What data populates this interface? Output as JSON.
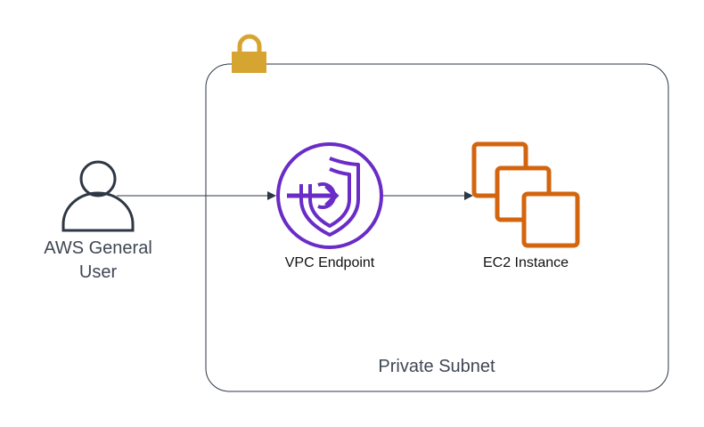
{
  "nodes": {
    "user": {
      "label_line1": "AWS General",
      "label_line2": "User",
      "icon": "user-icon"
    },
    "vpc_endpoint": {
      "label": "VPC Endpoint",
      "icon": "vpc-endpoint-icon"
    },
    "ec2_instance": {
      "label": "EC2 Instance",
      "icon": "ec2-instance-icon"
    }
  },
  "group": {
    "label": "Private Subnet",
    "icon": "lock-icon"
  },
  "edges": [
    {
      "from": "user",
      "to": "vpc_endpoint"
    },
    {
      "from": "vpc_endpoint",
      "to": "ec2_instance"
    }
  ],
  "colors": {
    "vpc_endpoint": "#6a2cc7",
    "ec2_instance": "#d4650f",
    "lock": "#d6a531",
    "stroke": "#2e3744",
    "text_muted": "#3f4754"
  }
}
